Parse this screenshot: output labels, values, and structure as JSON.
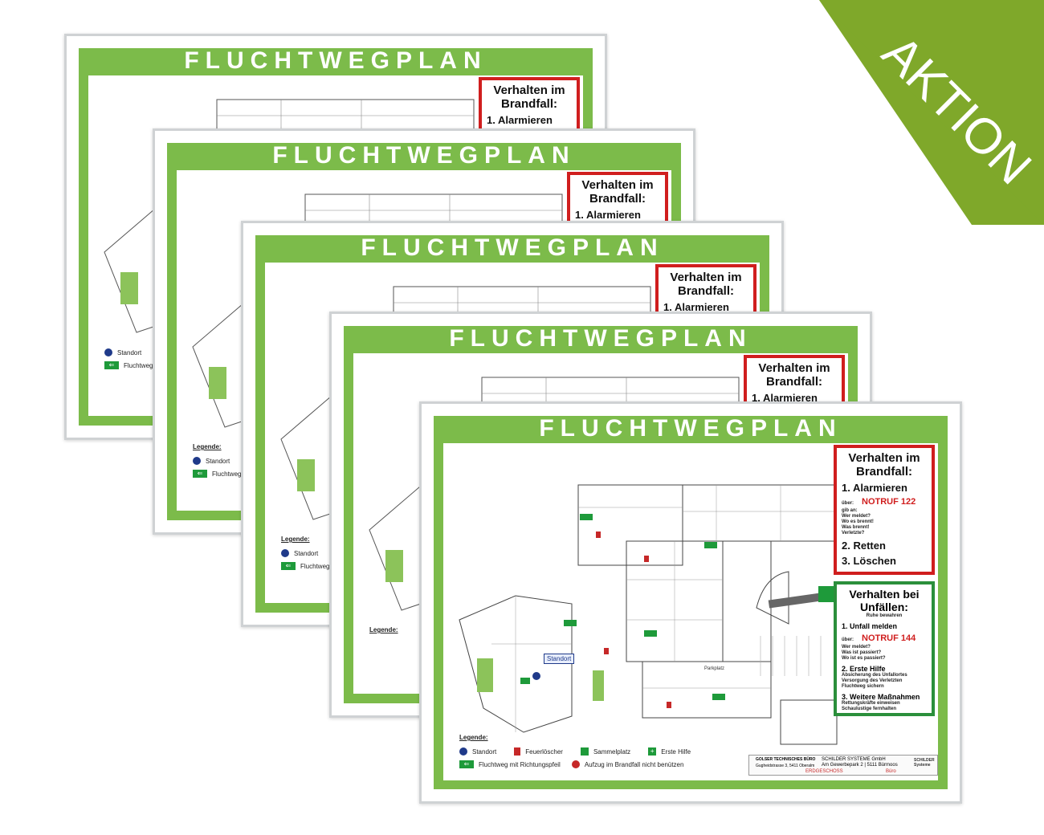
{
  "plan": {
    "title": "FLUCHTWEGPLAN",
    "fire_box": {
      "title": "Verhalten im Brandfall:",
      "step1": "1.  Alarmieren",
      "notruf_prefix": "über:",
      "notruf": "NOTRUF 122",
      "questions": [
        "gib an:",
        "Wer meldet?",
        "Wo es brennt!",
        "Was brennt!",
        "Verletzte?"
      ],
      "step2": "2.  Retten",
      "step3": "3.  Löschen"
    },
    "accident_box": {
      "title": "Verhalten bei Unfällen:",
      "subtitle": "Ruhe bewahren",
      "step1": "1. Unfall melden",
      "notruf_prefix": "über:",
      "notruf": "NOTRUF 144",
      "questions": [
        "Wer meldet?",
        "Was ist passiert?",
        "Wo ist es passiert?"
      ],
      "step2": "2. Erste Hilfe",
      "step2_text": [
        "Absicherung des Unfallortes",
        "Versorgung des Verletzten",
        "Fluchtweg sichern"
      ],
      "step3": "3. Weitere Maßnahmen",
      "step3_text": [
        "Rettungskräfte einweisen",
        "Schaulustige fernhalten"
      ]
    },
    "standort_label": "Standort",
    "parkplatz_label": "Parkplatz",
    "legend": {
      "title": "Legende:",
      "items": [
        "Standort",
        "Feuerlöscher",
        "Sammelplatz",
        "Erste Hilfe",
        "Fluchtweg mit Richtungspfeil",
        "Aufzug im Brandfall nicht benützen"
      ]
    },
    "title_block": {
      "golser_name": "GOLSER TECHNISCHES BÜRO",
      "golser_address": "Gugheidstrasse 3, 5411 Oberalm",
      "company": "SCHILDER SYSTEME GmbH",
      "address": "Am Gewerbepark 2 | 5111 Bürmoos",
      "floor": "ERDGESCHOSS",
      "room": "Büro",
      "logo_text": "SCHILDER Systeme"
    }
  },
  "badge": {
    "text": "AKTION",
    "color": "#7fa82a"
  },
  "colors": {
    "plan_green": "#7cbb4a",
    "fire_red": "#d01e1e",
    "accident_green": "#2b8f3b"
  }
}
